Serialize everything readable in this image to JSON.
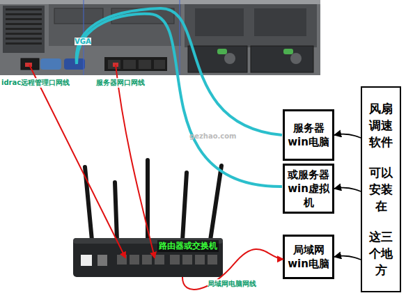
{
  "diagram": {
    "nodes": [
      {
        "text": [
          "服务器 win电脑"
        ]
      },
      {
        "text": [
          "或服务器 win虚拟 机"
        ]
      },
      {
        "text": [
          "局域网 win电脑"
        ]
      },
      {
        "text": [
          "风扇调速软件",
          "可以安装在",
          "这三个地方"
        ]
      },
      {
        "text": [
          "路由器或交换机"
        ]
      }
    ],
    "edges": [
      {
        "from": 3,
        "to": 0,
        "arrow": "to"
      },
      {
        "from": 3,
        "to": 1,
        "arrow": "to"
      },
      {
        "from": 3,
        "to": 2,
        "arrow": "to"
      },
      {
        "from": 4,
        "to": 2,
        "label": "局域网电脑网线",
        "arrow": "to"
      }
    ],
    "labels": [
      "idrac远程管理口网线",
      "VGA",
      "服务器网口网线",
      "gezhao.com"
    ]
  }
}
